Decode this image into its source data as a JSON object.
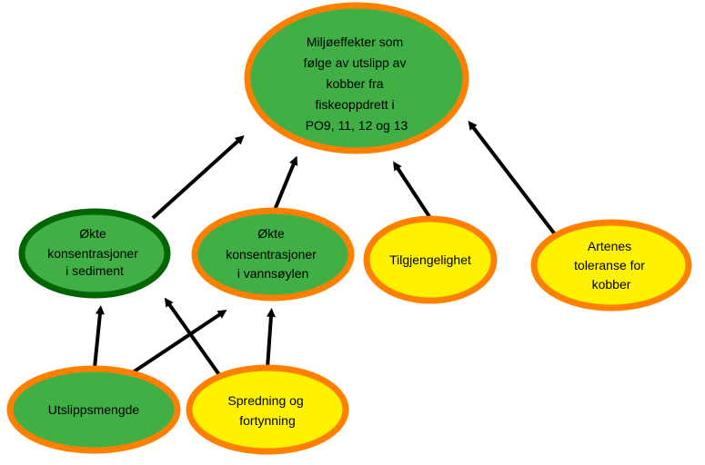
{
  "colors": {
    "green_fill": "#3faf46",
    "yellow_fill": "#fff200",
    "orange_border": "#ff8000",
    "darkgreen_border": "#006400",
    "arrow": "#000000"
  },
  "nodes": {
    "main": [
      "Miljøeffekter som",
      "følge av utslipp av",
      "kobber fra",
      "fiskeoppdrett i",
      "PO9, 11, 12 og 13"
    ],
    "sediment": [
      "Økte",
      "konsentrasjoner",
      "i sediment"
    ],
    "vannsoylen": [
      "Økte",
      "konsentrasjoner",
      "i vannsøylen"
    ],
    "tilgjengelighet": [
      "Tilgjengelighet"
    ],
    "toleranse": [
      "Artenes",
      "toleranse for",
      "kobber"
    ],
    "utslippsmengde": [
      "Utslippsmengde"
    ],
    "spredning": [
      "Spredning og",
      "fortynning"
    ]
  }
}
